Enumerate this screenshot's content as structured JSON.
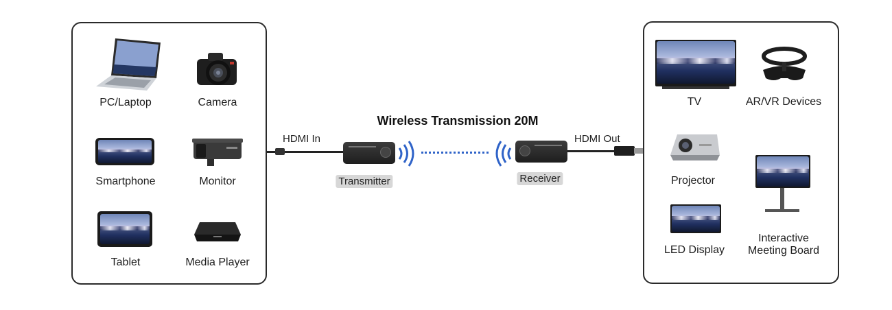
{
  "title": "Wireless Transmission 20M",
  "labels": {
    "hdmi_in": "HDMI In",
    "hdmi_out": "HDMI Out",
    "transmitter": "Transmitter",
    "receiver": "Receiver"
  },
  "source_devices": [
    "PC/Laptop",
    "Camera",
    "Smartphone",
    "Monitor",
    "Tablet",
    "Media Player"
  ],
  "display_devices": [
    "TV",
    "AR/VR Devices",
    "Projector",
    "LED Display",
    "Interactive",
    "Meeting Board"
  ],
  "colors": {
    "wave": "#2f63c8",
    "border": "#2a2a2a",
    "tag_bg": "#d7d7d7"
  }
}
